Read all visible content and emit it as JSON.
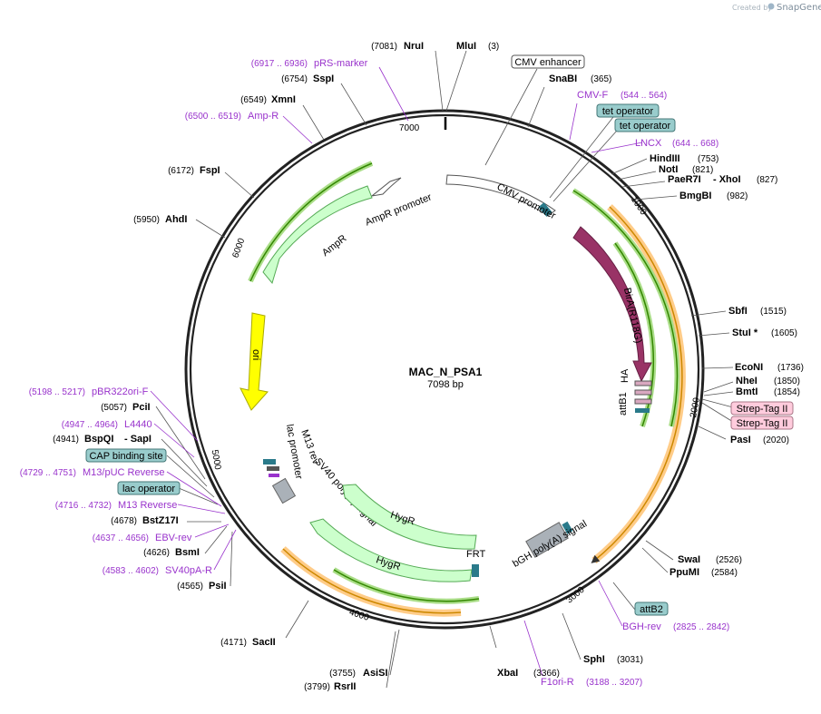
{
  "branding": {
    "created_by": "Created by",
    "product": "SnapGene"
  },
  "plasmid": {
    "name": "MAC_N_PSA1",
    "length_label": "7098 bp"
  },
  "ticks": [
    "1000",
    "2000",
    "3000",
    "4000",
    "5000",
    "6000",
    "7000"
  ],
  "restriction_sites": [
    {
      "name": "NruI",
      "pos": "(7081)"
    },
    {
      "name": "MluI",
      "pos": "(3)"
    },
    {
      "name": "SnaBI",
      "pos": "(365)"
    },
    {
      "name": "SspI",
      "pos": "(6754)"
    },
    {
      "name": "XmnI",
      "pos": "(6549)"
    },
    {
      "name": "FspI",
      "pos": "(6172)"
    },
    {
      "name": "AhdI",
      "pos": "(5950)"
    },
    {
      "name": "HindIII",
      "pos": "(753)"
    },
    {
      "name": "NotI",
      "pos": "(821)"
    },
    {
      "name": "PaeR7I",
      "pos": ""
    },
    {
      "name": "- XhoI",
      "pos": "(827)"
    },
    {
      "name": "BmgBI",
      "pos": "(982)"
    },
    {
      "name": "SbfI",
      "pos": "(1515)"
    },
    {
      "name": "StuI *",
      "pos": "(1605)"
    },
    {
      "name": "EcoNI",
      "pos": "(1736)"
    },
    {
      "name": "NheI",
      "pos": "(1850)"
    },
    {
      "name": "BmtI",
      "pos": "(1854)"
    },
    {
      "name": "PasI",
      "pos": "(2020)"
    },
    {
      "name": "SwaI",
      "pos": "(2526)"
    },
    {
      "name": "PpuMI",
      "pos": "(2584)"
    },
    {
      "name": "SphI",
      "pos": "(3031)"
    },
    {
      "name": "XbaI",
      "pos": "(3366)"
    },
    {
      "name": "AsiSI",
      "pos": "(3755)"
    },
    {
      "name": "RsrII",
      "pos": "(3799)"
    },
    {
      "name": "SacII",
      "pos": "(4171)"
    },
    {
      "name": "PsiI",
      "pos": "(4565)"
    },
    {
      "name": "BsmI",
      "pos": "(4626)"
    },
    {
      "name": "BstZ17I",
      "pos": "(4678)"
    },
    {
      "name": "BspQI",
      "pos": "(4941)"
    },
    {
      "name": "- SapI",
      "pos": ""
    },
    {
      "name": "PciI",
      "pos": "(5057)"
    }
  ],
  "primers": [
    {
      "name": "pRS-marker",
      "pos": "(6917 .. 6936)"
    },
    {
      "name": "Amp-R",
      "pos": "(6500 .. 6519)"
    },
    {
      "name": "CMV-F",
      "pos": "(544 .. 564)"
    },
    {
      "name": "LNCX",
      "pos": "(644 .. 668)"
    },
    {
      "name": "pBR322ori-F",
      "pos": "(5198 .. 5217)"
    },
    {
      "name": "L4440",
      "pos": "(4947 .. 4964)"
    },
    {
      "name": "M13/pUC Reverse",
      "pos": "(4729 .. 4751)"
    },
    {
      "name": "M13 Reverse",
      "pos": "(4716 .. 4732)"
    },
    {
      "name": "EBV-rev",
      "pos": "(4637 .. 4656)"
    },
    {
      "name": "SV40pA-R",
      "pos": "(4583 .. 4602)"
    },
    {
      "name": "BGH-rev",
      "pos": "(2825 .. 2842)"
    },
    {
      "name": "F1ori-R",
      "pos": "(3188 .. 3207)"
    }
  ],
  "boxed_features": [
    {
      "name": "CMV enhancer"
    },
    {
      "name": "tet operator"
    },
    {
      "name": "tet operator"
    },
    {
      "name": "Strep-Tag II"
    },
    {
      "name": "Strep-Tag II"
    },
    {
      "name": "attB2"
    },
    {
      "name": "CAP binding site"
    },
    {
      "name": "lac operator"
    }
  ],
  "feature_labels": {
    "cmv_promoter": "CMV promoter",
    "ampr_promoter": "AmpR promoter",
    "ampr": "AmpR",
    "ori": "ori",
    "birA": "BirA(R118G)",
    "ha": "HA",
    "attb1": "attB1",
    "lac_promoter": "lac promoter",
    "m13_rev": "M13 rev",
    "sv40_polya": "SV40 poly(A) signal",
    "hygr_inner": "HygR",
    "hygr_outer": "HygR",
    "frt": "FRT",
    "bgh_polya": "bGH poly(A) signal"
  },
  "colors": {
    "primer": "#9933cc",
    "ampr_fill": "#ccffcc",
    "ori_fill": "#ffff00",
    "birA_fill": "#993366",
    "orf_green": "#339900",
    "orf_orange": "#ffcc88",
    "teal_box": "#99cccc",
    "pink_box": "#ffccdd"
  }
}
